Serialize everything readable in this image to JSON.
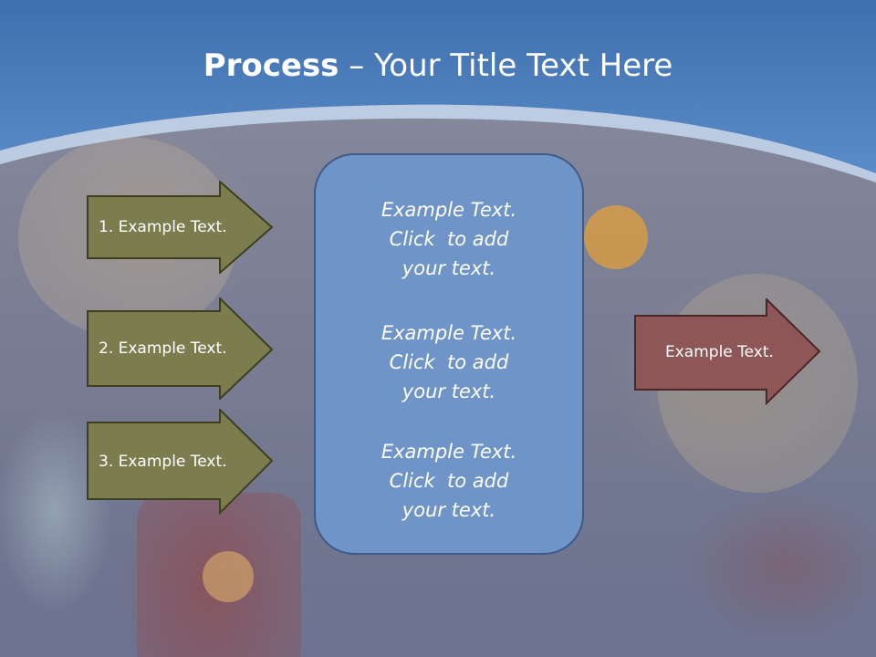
{
  "slide": {
    "title_bold": "Process",
    "title_rest": " – Your Title Text Here"
  },
  "left_arrows": [
    {
      "label": "1. Example Text."
    },
    {
      "label": "2. Example Text."
    },
    {
      "label": "3. Example Text."
    }
  ],
  "center": {
    "blocks": [
      {
        "line1": "Example Text.",
        "line2": "Click  to add",
        "line3": "your text."
      },
      {
        "line1": "Example Text.",
        "line2": "Click  to add",
        "line3": "your text."
      },
      {
        "line1": "Example Text.",
        "line2": "Click  to add",
        "line3": "your text."
      }
    ]
  },
  "right_arrow": {
    "label": "Example Text."
  },
  "colors": {
    "header_blue": "#4a7ab8",
    "arrow_olive": "#7c7d4f",
    "arrow_red": "#8e5656",
    "center_blue": "#6f94c8",
    "text": "#ffffff"
  }
}
